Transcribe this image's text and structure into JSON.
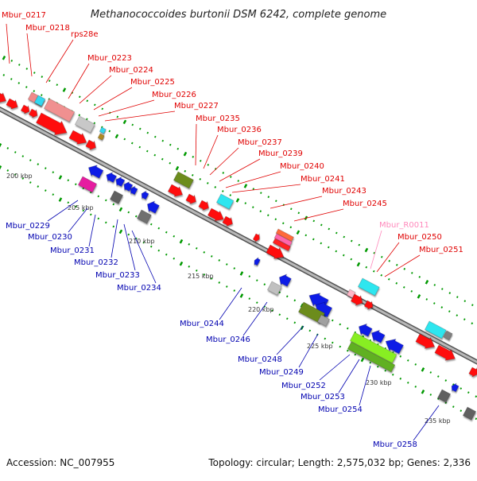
{
  "title": "Methanococcoides burtonii DSM 6242, complete genome",
  "footer": {
    "accession": "Accession: NC_007955",
    "summary": "Topology: circular; Length: 2,575,032 bp; Genes: 2,336"
  },
  "colors": {
    "forward_label": "#e00000",
    "reverse_label": "#0000b0",
    "rrna_label": "#ff88bb",
    "backbone": "#8c8c8c",
    "tick": "#009900"
  },
  "ticks": [
    {
      "label": "200 kbp"
    },
    {
      "label": "205 kbp"
    },
    {
      "label": "210 kbp"
    },
    {
      "label": "215 kbp"
    },
    {
      "label": "220 kbp"
    },
    {
      "label": "225 kbp"
    },
    {
      "label": "230 kbp"
    },
    {
      "label": "235 kbp"
    }
  ],
  "forward_labels": [
    {
      "text": "Mbur_0217",
      "kind": "gene"
    },
    {
      "text": "Mbur_0218",
      "kind": "gene"
    },
    {
      "text": "rps28e",
      "kind": "gene"
    },
    {
      "text": "Mbur_0223",
      "kind": "gene"
    },
    {
      "text": "Mbur_0224",
      "kind": "gene"
    },
    {
      "text": "Mbur_0225",
      "kind": "gene"
    },
    {
      "text": "Mbur_0226",
      "kind": "gene"
    },
    {
      "text": "Mbur_0227",
      "kind": "gene"
    },
    {
      "text": "Mbur_0235",
      "kind": "gene"
    },
    {
      "text": "Mbur_0236",
      "kind": "gene"
    },
    {
      "text": "Mbur_0237",
      "kind": "gene"
    },
    {
      "text": "Mbur_0239",
      "kind": "gene"
    },
    {
      "text": "Mbur_0240",
      "kind": "gene"
    },
    {
      "text": "Mbur_0241",
      "kind": "gene"
    },
    {
      "text": "Mbur_0243",
      "kind": "gene"
    },
    {
      "text": "Mbur_0245",
      "kind": "gene"
    },
    {
      "text": "Mbur_R0011",
      "kind": "rrna"
    },
    {
      "text": "Mbur_0250",
      "kind": "gene"
    },
    {
      "text": "Mbur_0251",
      "kind": "gene"
    }
  ],
  "reverse_labels": [
    {
      "text": "Mbur_0229"
    },
    {
      "text": "Mbur_0230"
    },
    {
      "text": "Mbur_0231"
    },
    {
      "text": "Mbur_0232"
    },
    {
      "text": "Mbur_0233"
    },
    {
      "text": "Mbur_0234"
    },
    {
      "text": "Mbur_0244"
    },
    {
      "text": "Mbur_0246"
    },
    {
      "text": "Mbur_0248"
    },
    {
      "text": "Mbur_0249"
    },
    {
      "text": "Mbur_0252"
    },
    {
      "text": "Mbur_0253"
    },
    {
      "text": "Mbur_0254"
    },
    {
      "text": "Mbur_0258"
    }
  ]
}
